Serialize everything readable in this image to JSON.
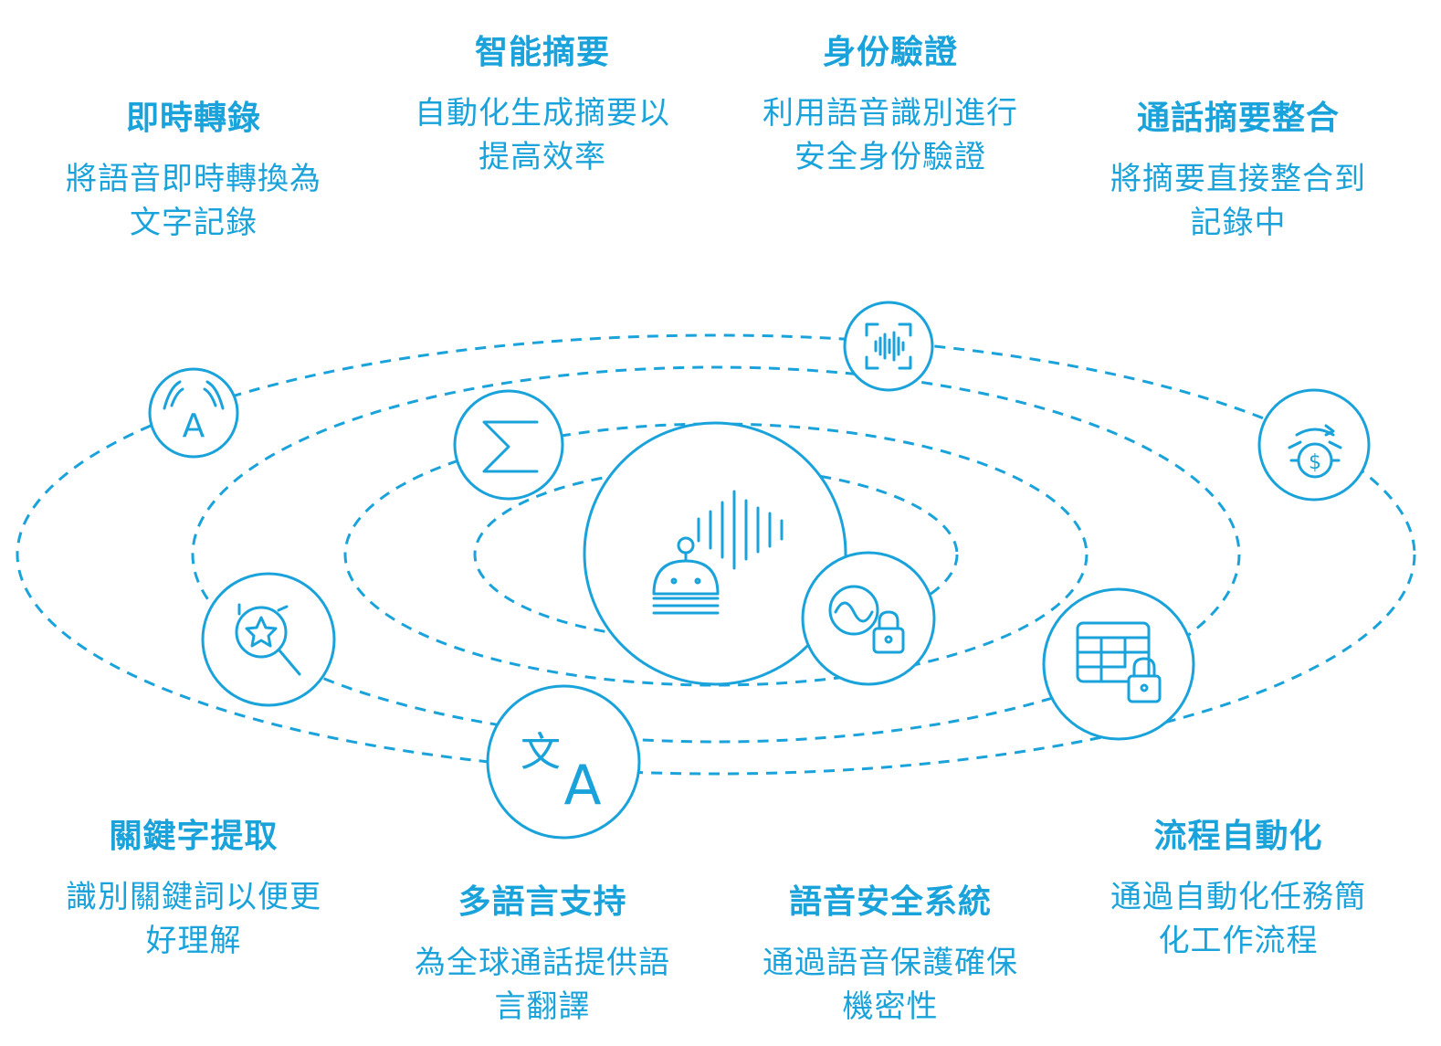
{
  "accent_color": "#1aa3db",
  "features": {
    "transcription": {
      "title": "即時轉錄",
      "desc_line1": "將語音即時轉換為",
      "desc_line2": "文字記錄"
    },
    "summary": {
      "title": "智能摘要",
      "desc_line1": "自動化生成摘要以",
      "desc_line2": "提高效率"
    },
    "identity": {
      "title": "身份驗證",
      "desc_line1": "利用語音識別進行",
      "desc_line2": "安全身份驗證"
    },
    "call_integration": {
      "title": "通話摘要整合",
      "desc_line1": "將摘要直接整合到",
      "desc_line2": "記錄中"
    },
    "keywords": {
      "title": "關鍵字提取",
      "desc_line1": "識別關鍵詞以便更",
      "desc_line2": "好理解"
    },
    "multilingual": {
      "title": "多語言支持",
      "desc_line1": "為全球通話提供語",
      "desc_line2": "言翻譯"
    },
    "voice_security": {
      "title": "語音安全系統",
      "desc_line1": "通過語音保護確保",
      "desc_line2": "機密性"
    },
    "automation": {
      "title": "流程自動化",
      "desc_line1": "通過自動化任務簡",
      "desc_line2": "化工作流程"
    }
  },
  "icons": {
    "center": "robot-voice-icon",
    "transcription": "speech-to-text-icon",
    "summary": "sigma-icon",
    "identity": "voice-scan-icon",
    "call_integration": "money-bag-icon",
    "keywords": "search-star-icon",
    "multilingual": "translate-icon",
    "voice_security": "voice-lock-icon",
    "automation": "table-lock-icon"
  },
  "icon_glyphs": {
    "letter_a": "A",
    "wen": "文",
    "sigma": "Σ",
    "dollar": "$"
  }
}
